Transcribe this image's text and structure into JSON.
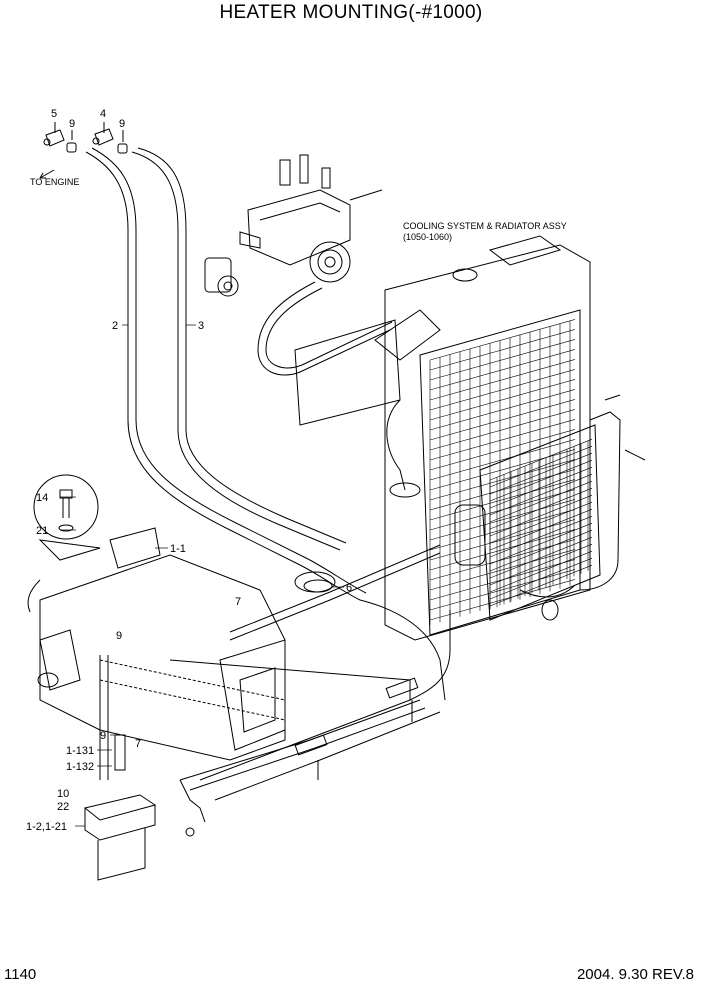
{
  "title": "HEATER MOUNTING(-#1000)",
  "page_number": "1140",
  "revision": "2004. 9.30  REV.8",
  "notes": {
    "to_engine": "TO ENGINE",
    "cooling_line1": "COOLING SYSTEM & RADIATOR ASSY",
    "cooling_line2": "(1050-1060)"
  },
  "callouts": {
    "c5": "5",
    "c9a": "9",
    "c4": "4",
    "c9b": "9",
    "c2": "2",
    "c3": "3",
    "c14": "14",
    "c21": "21",
    "c1_1": "1-1",
    "c7a": "7",
    "c6": "6",
    "c9c": "9",
    "c9d": "9",
    "c7b": "7",
    "c1_131": "1-131",
    "c1_132": "1-132",
    "c10": "10",
    "c22": "22",
    "c1_2": "1-2,1-21"
  }
}
